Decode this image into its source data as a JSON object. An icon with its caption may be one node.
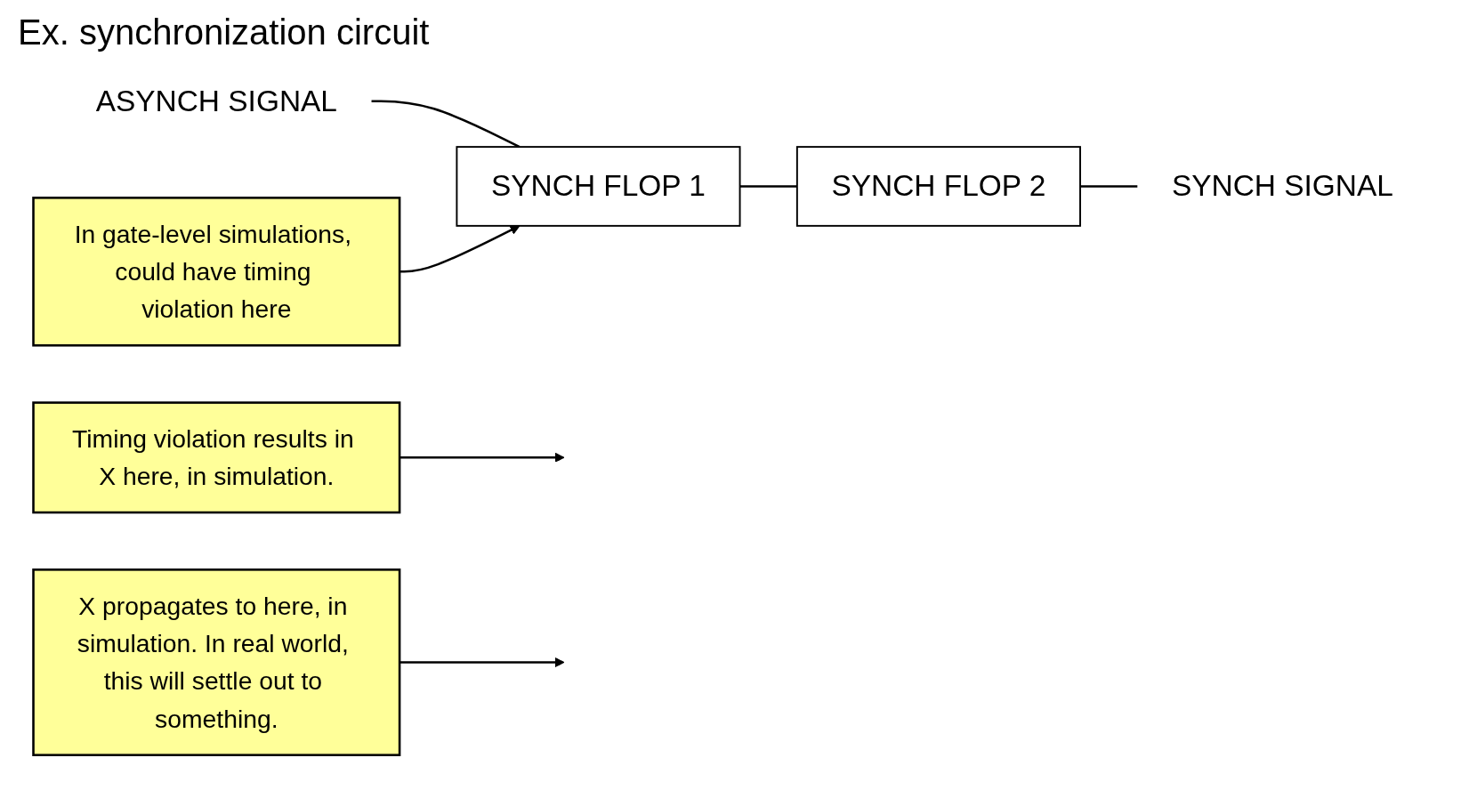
{
  "diagram": {
    "title": "Ex. synchronization circuit",
    "nodes": [
      {
        "text": [
          "Timing violation results in X here, in simulation."
        ]
      },
      {
        "text": [
          "ASYNCH SIGNAL"
        ]
      },
      {
        "text": [
          "SYNCH FLOP 1"
        ]
      },
      {
        "text": [
          "SYNCH FLOP 2"
        ]
      },
      {
        "text": [
          "SYNCH SIGNAL"
        ]
      },
      {
        "text": [
          "In gate-level simulations, could have timing violation here"
        ]
      },
      {
        "text": [
          "X propagates to here, in simulation. In real world, this will settle out to something."
        ]
      }
    ],
    "edges": [
      {
        "from": 1,
        "to": 2,
        "arrow": "none"
      },
      {
        "from": 2,
        "to": 3,
        "arrow": "none"
      },
      {
        "from": 3,
        "to": 4,
        "arrow": "none"
      },
      {
        "from": 0,
        "to": null,
        "arrow": "to"
      },
      {
        "from": 5,
        "to": 2,
        "arrow": "to"
      },
      {
        "from": 6,
        "to": null,
        "arrow": "to"
      }
    ]
  }
}
